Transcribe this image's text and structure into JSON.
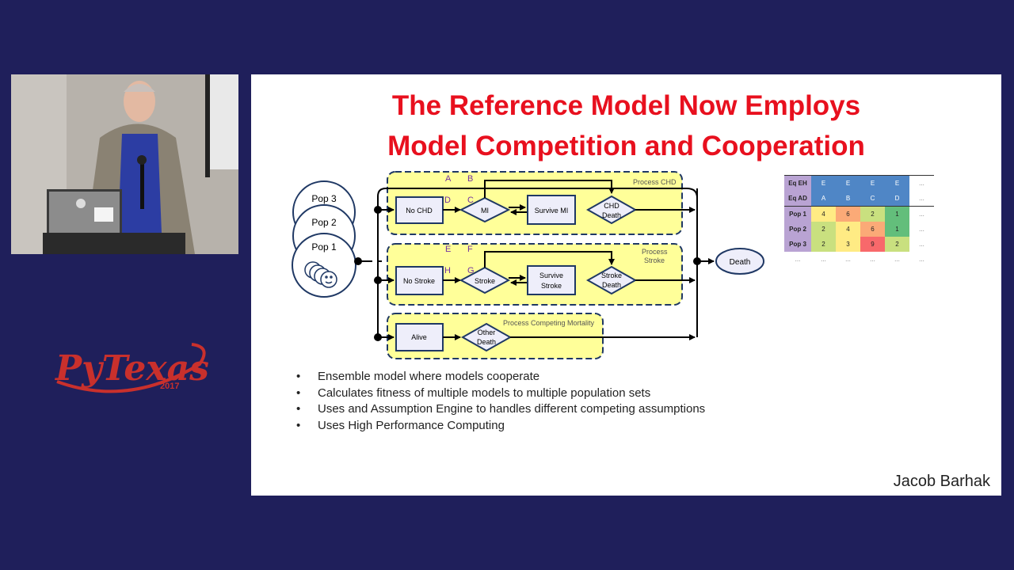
{
  "slide": {
    "title_line1": "The Reference Model Now Employs",
    "title_line2": "Model Competition and Cooperation",
    "bullets": [
      "Ensemble model where models cooperate",
      "Calculates fitness of multiple models to multiple population sets",
      "Uses and Assumption Engine to handles different competing assumptions",
      "Uses High Performance Computing"
    ],
    "author": "Jacob Barhak"
  },
  "diagram": {
    "populations": [
      "Pop 3",
      "Pop 2",
      "Pop 1"
    ],
    "process_chd": {
      "label": "Process CHD",
      "states": [
        "No CHD",
        "MI",
        "Survive MI",
        "CHD Death"
      ],
      "letters": [
        "A",
        "B",
        "C",
        "D"
      ]
    },
    "process_stroke": {
      "label": "Process Stroke",
      "states": [
        "No Stroke",
        "Stroke",
        "Survive Stroke",
        "Stroke Death"
      ],
      "letters": [
        "E",
        "F",
        "G",
        "H"
      ]
    },
    "process_mortality": {
      "label": "Process Competing Mortality",
      "states": [
        "Alive",
        "Other Death"
      ]
    },
    "terminal": "Death"
  },
  "matrix": {
    "header_rows": [
      {
        "label": "Eq EH",
        "cells": [
          "E",
          "E",
          "E",
          "E",
          "..."
        ]
      },
      {
        "label": "Eq AD",
        "cells": [
          "A",
          "B",
          "C",
          "D",
          "..."
        ]
      }
    ],
    "rows": [
      {
        "label": "Pop 1",
        "cells": [
          "4",
          "6",
          "2",
          "1",
          "..."
        ]
      },
      {
        "label": "Pop 2",
        "cells": [
          "2",
          "4",
          "6",
          "1",
          "..."
        ]
      },
      {
        "label": "Pop 3",
        "cells": [
          "2",
          "3",
          "9",
          "2",
          "..."
        ]
      },
      {
        "label": "...",
        "cells": [
          "...",
          "...",
          "...",
          "...",
          "..."
        ]
      }
    ],
    "colors": {
      "green": "#63be7b",
      "yellow": "#ffeb84",
      "orange": "#fbaa77",
      "red": "#f8696b",
      "lightgreen": "#c9e07f"
    }
  },
  "logo": {
    "name": "PyTexas",
    "year": "2017"
  },
  "colors": {
    "background": "#1f1f5b",
    "title": "#e8101e",
    "panel": "#ffff99",
    "box_border": "#1f3864"
  }
}
